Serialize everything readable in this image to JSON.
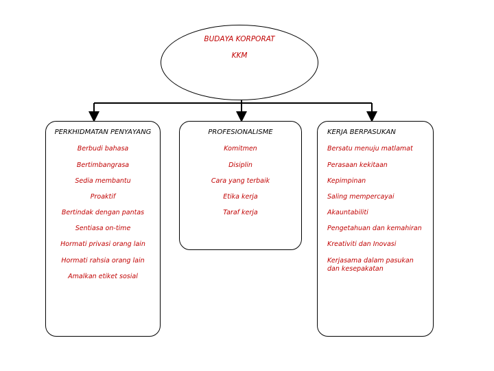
{
  "root": {
    "title": "BUDAYA KORPORAT",
    "subtitle": "KKM"
  },
  "branches": [
    {
      "title": "PERKHIDMATAN PENYAYANG",
      "items": [
        "Berbudi bahasa",
        "Bertimbangrasa",
        "Sedia membantu",
        "Proaktif",
        "Bertindak dengan pantas",
        "Sentiasa on-time",
        "Hormati privasi orang lain",
        "Hormati rahsia orang lain",
        "Amalkan etiket sosial"
      ]
    },
    {
      "title": "PROFESIONALISME",
      "items": [
        "Komitmen",
        "Disiplin",
        "Cara yang terbaik",
        "Etika kerja",
        "Taraf kerja"
      ]
    },
    {
      "title": "KERJA BERPASUKAN",
      "items": [
        "Bersatu menuju matlamat",
        "Perasaan kekitaan",
        "Kepimpinan",
        "Saling mempercayai",
        "Akauntabiliti",
        "Pengetahuan dan kemahiran",
        "Kreativiti dan Inovasi",
        "Kerjasama dalam pasukan dan kesepakatan"
      ]
    }
  ],
  "colors": {
    "item_text": "#c00000",
    "line": "#000000"
  }
}
